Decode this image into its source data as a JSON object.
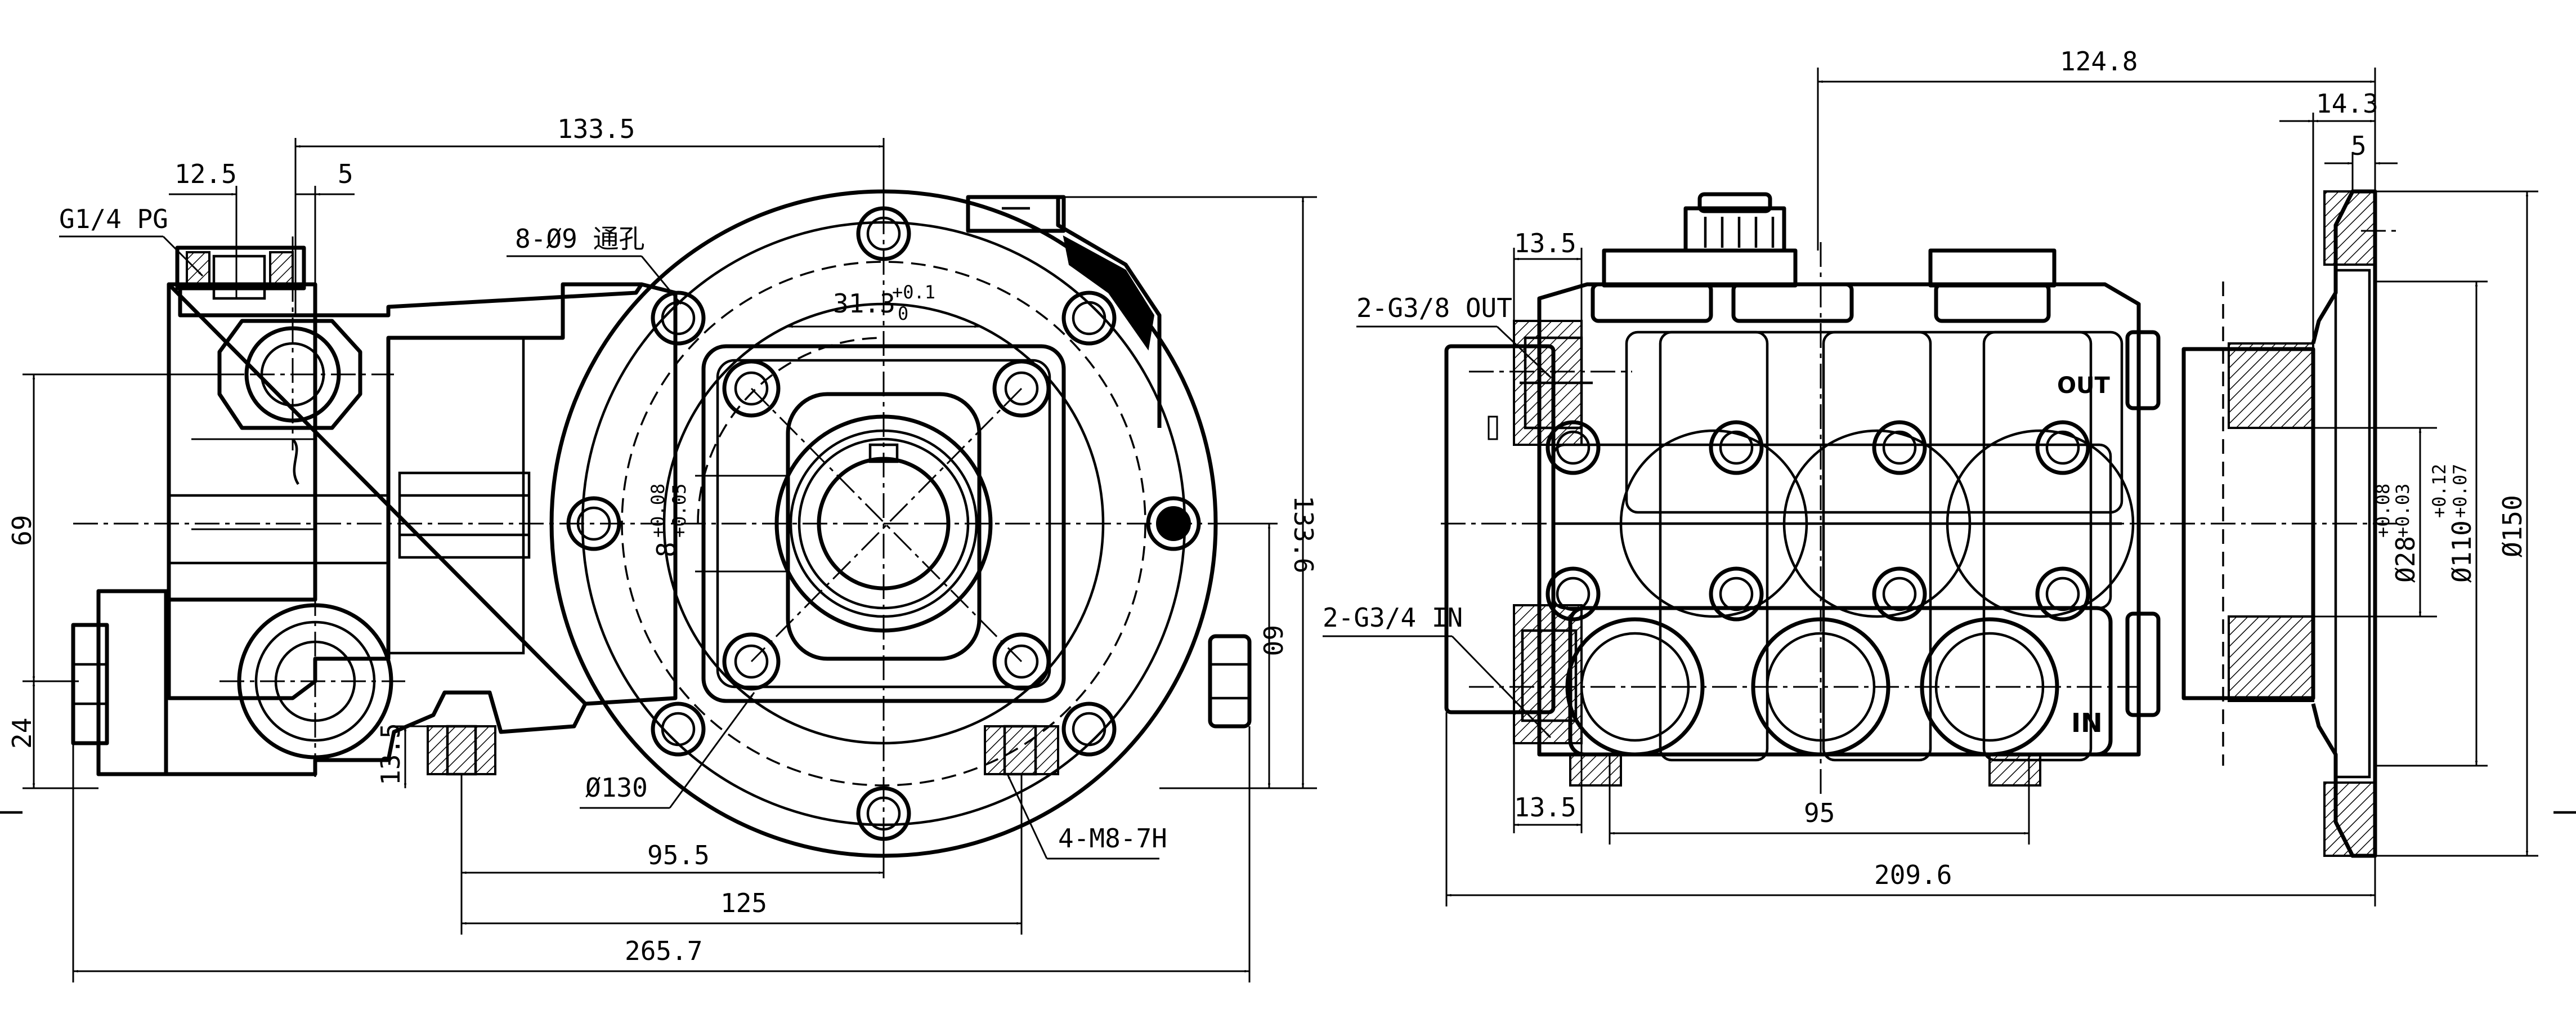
{
  "left_view": {
    "dim_133_5": "133.5",
    "dim_12_5": "12.5",
    "dim_5": "5",
    "thread_inlet": "G1/4 PG",
    "holes_label": "8-Ø9 通孔",
    "dim_31_3": "31.3",
    "tol_31_3_upper": "+0.1",
    "tol_31_3_lower": "0",
    "dim_8": "8",
    "tol_8_upper": "+0.08",
    "tol_8_lower": "+0.05",
    "dim_133_6": "133.6",
    "dim_60": "60",
    "dim_69": "69",
    "dim_24": "24",
    "dim_13_5": "13.5",
    "dim_130": "Ø130",
    "dim_95_5": "95.5",
    "thread_m8": "4-M8-7H",
    "dim_125": "125",
    "dim_265_7": "265.7"
  },
  "right_view": {
    "dim_124_8": "124.8",
    "dim_14_3": "14.3",
    "dim_5": "5",
    "dim_13_5_top": "13.5",
    "outlet_label": "2-G3/8 OUT",
    "inlet_label": "2-G3/4 IN",
    "mark_out": "OUT",
    "mark_in": "IN",
    "dim_28": "Ø28",
    "tol_28_upper": "+0.08",
    "tol_28_lower": "+0.03",
    "dim_110": "Ø110",
    "tol_110_upper": "+0.12",
    "tol_110_lower": "+0.07",
    "dim_150": "Ø150",
    "dim_13_5_bottom": "13.5",
    "dim_95": "95",
    "dim_209_6": "209.6"
  }
}
